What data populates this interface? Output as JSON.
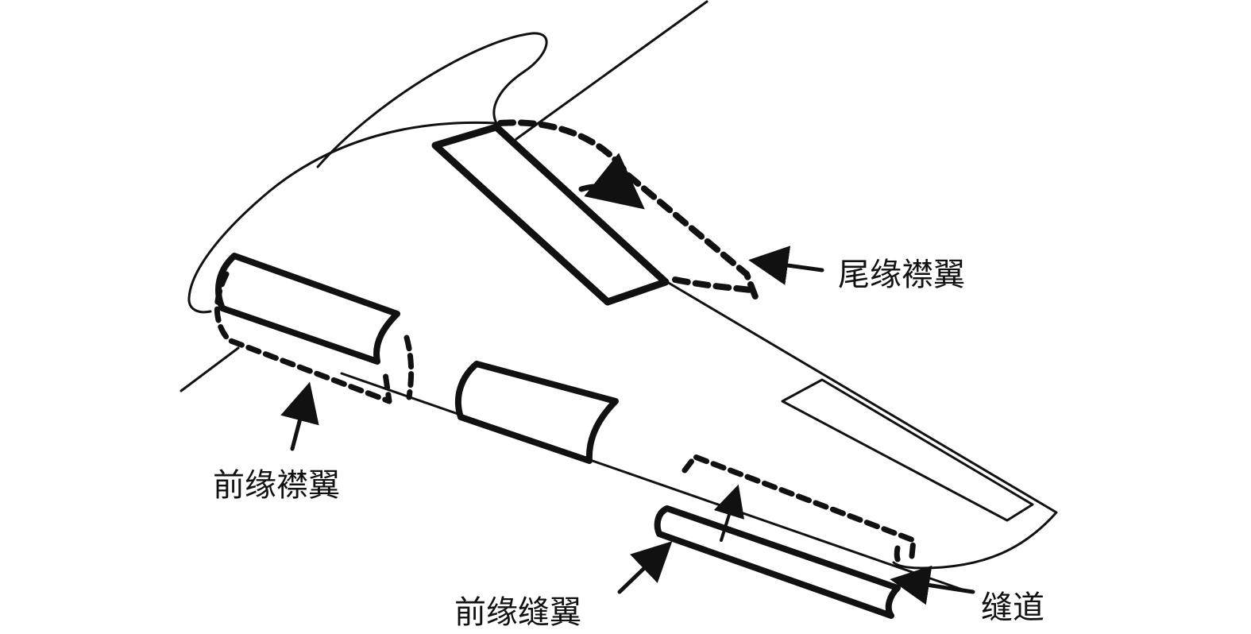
{
  "labels": {
    "trailing_edge_flap": "尾缘襟翼",
    "leading_edge_flap": "前缘襟翼",
    "leading_edge_slat": "前缘缝翼",
    "slot": "缝道"
  },
  "colors": {
    "stroke": "#111111",
    "background": "#ffffff"
  }
}
